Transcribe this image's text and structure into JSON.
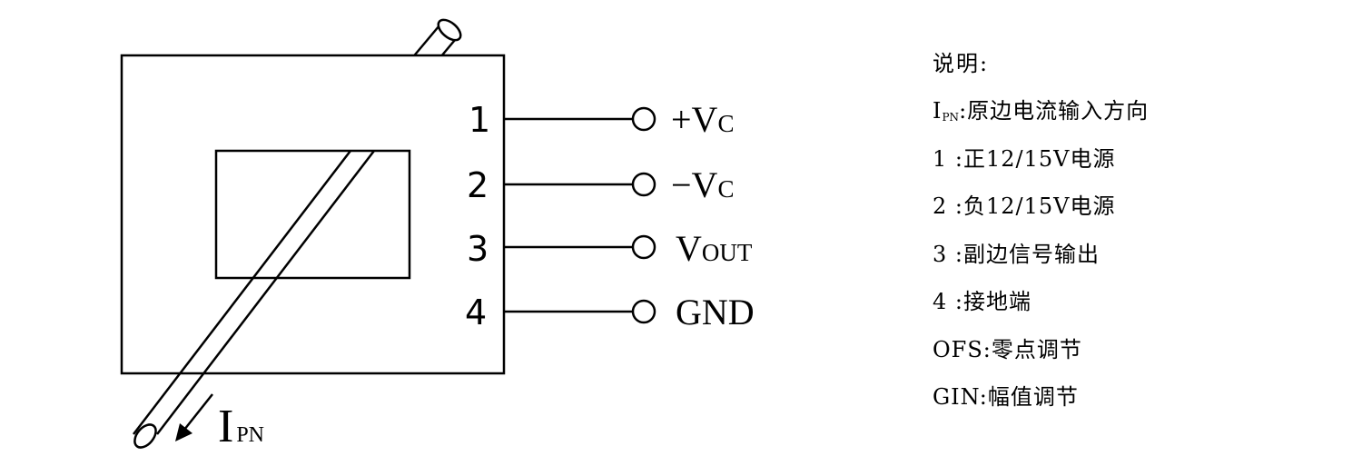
{
  "pins": [
    {
      "number": "1",
      "label": "+V",
      "sub": "C"
    },
    {
      "number": "2",
      "label": "−V",
      "sub": "C"
    },
    {
      "number": "3",
      "label": "V",
      "sub": "OUT"
    },
    {
      "number": "4",
      "label": "GND",
      "sub": ""
    }
  ],
  "current": {
    "label": "I",
    "sub": "PN"
  },
  "legend": {
    "title": "说明:",
    "items": [
      {
        "key": "I",
        "key_sub": "PN",
        "text": ":原边电流输入方向"
      },
      {
        "key": "1 ",
        "key_sub": "",
        "text": ":正12/15V电源"
      },
      {
        "key": "2 ",
        "key_sub": "",
        "text": ":负12/15V电源"
      },
      {
        "key": "3 ",
        "key_sub": "",
        "text": ":副边信号输出"
      },
      {
        "key": "4 ",
        "key_sub": "",
        "text": ":接地端"
      },
      {
        "key": "OFS",
        "key_sub": "",
        "text": ":零点调节"
      },
      {
        "key": "GIN",
        "key_sub": "",
        "text": ":幅值调节"
      }
    ]
  }
}
